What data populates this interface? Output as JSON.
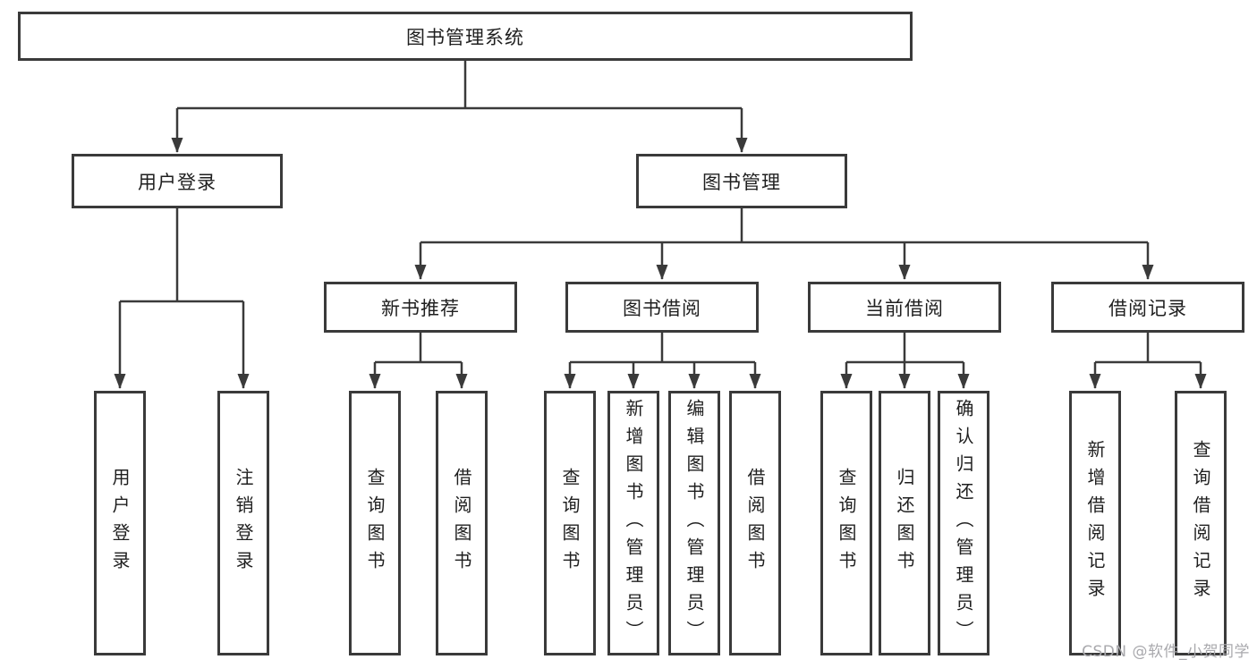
{
  "colors": {
    "line": "#3a3a3a",
    "text": "#1f1f1f",
    "watermark": "#a9a9ad",
    "background": "#ffffff"
  },
  "tree": {
    "root": "图书管理系统",
    "level2": [
      "用户登录",
      "图书管理"
    ],
    "level3": [
      "新书推荐",
      "图书借阅",
      "当前借阅",
      "借阅记录"
    ],
    "leaves": {
      "login": [
        "用户登录",
        "注销登录"
      ],
      "recommend": [
        "查询图书",
        "借阅图书"
      ],
      "borrow": [
        "查询图书",
        "新增图书（管理员）",
        "编辑图书（管理员）",
        "借阅图书"
      ],
      "current": [
        "查询图书",
        "归还图书",
        "确认归还（管理员）"
      ],
      "records": [
        "新增借阅记录",
        "查询借阅记录"
      ]
    }
  },
  "watermark": {
    "text": "CSDN @软件_小贺同学"
  }
}
